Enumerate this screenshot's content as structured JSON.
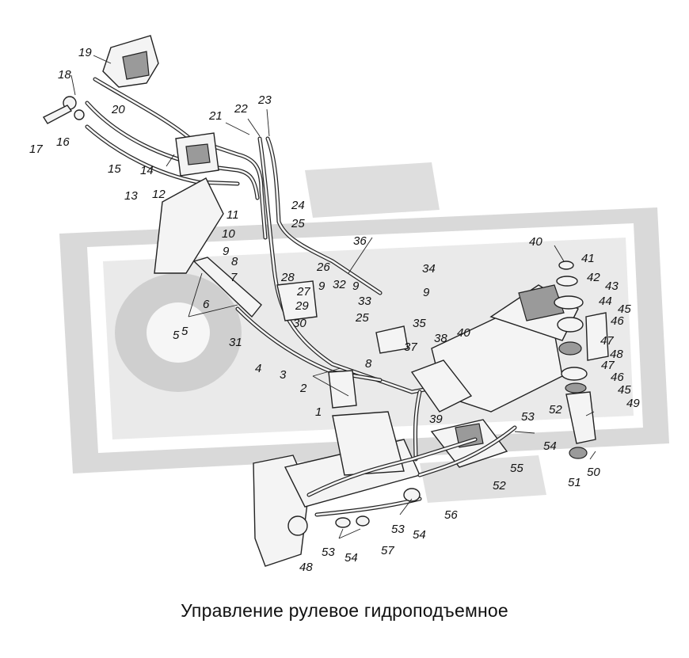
{
  "caption": "Управление рулевое гидроподъемное",
  "callouts": [
    "1",
    "2",
    "3",
    "4",
    "5",
    "6",
    "7",
    "8",
    "9",
    "10",
    "11",
    "12",
    "13",
    "14",
    "15",
    "16",
    "17",
    "18",
    "19",
    "20",
    "21",
    "22",
    "23",
    "24",
    "25",
    "26",
    "27",
    "28",
    "29",
    "30",
    "31",
    "32",
    "33",
    "34",
    "35",
    "36",
    "37",
    "38",
    "39",
    "40",
    "41",
    "42",
    "43",
    "44",
    "45",
    "46",
    "47",
    "48",
    "49",
    "50",
    "51",
    "52",
    "53",
    "54",
    "55",
    "56",
    "57"
  ],
  "extra_callouts": [
    "5",
    "8",
    "9",
    "9",
    "9",
    "25",
    "40",
    "45",
    "46",
    "47",
    "48",
    "52",
    "53",
    "53",
    "54",
    "54"
  ]
}
